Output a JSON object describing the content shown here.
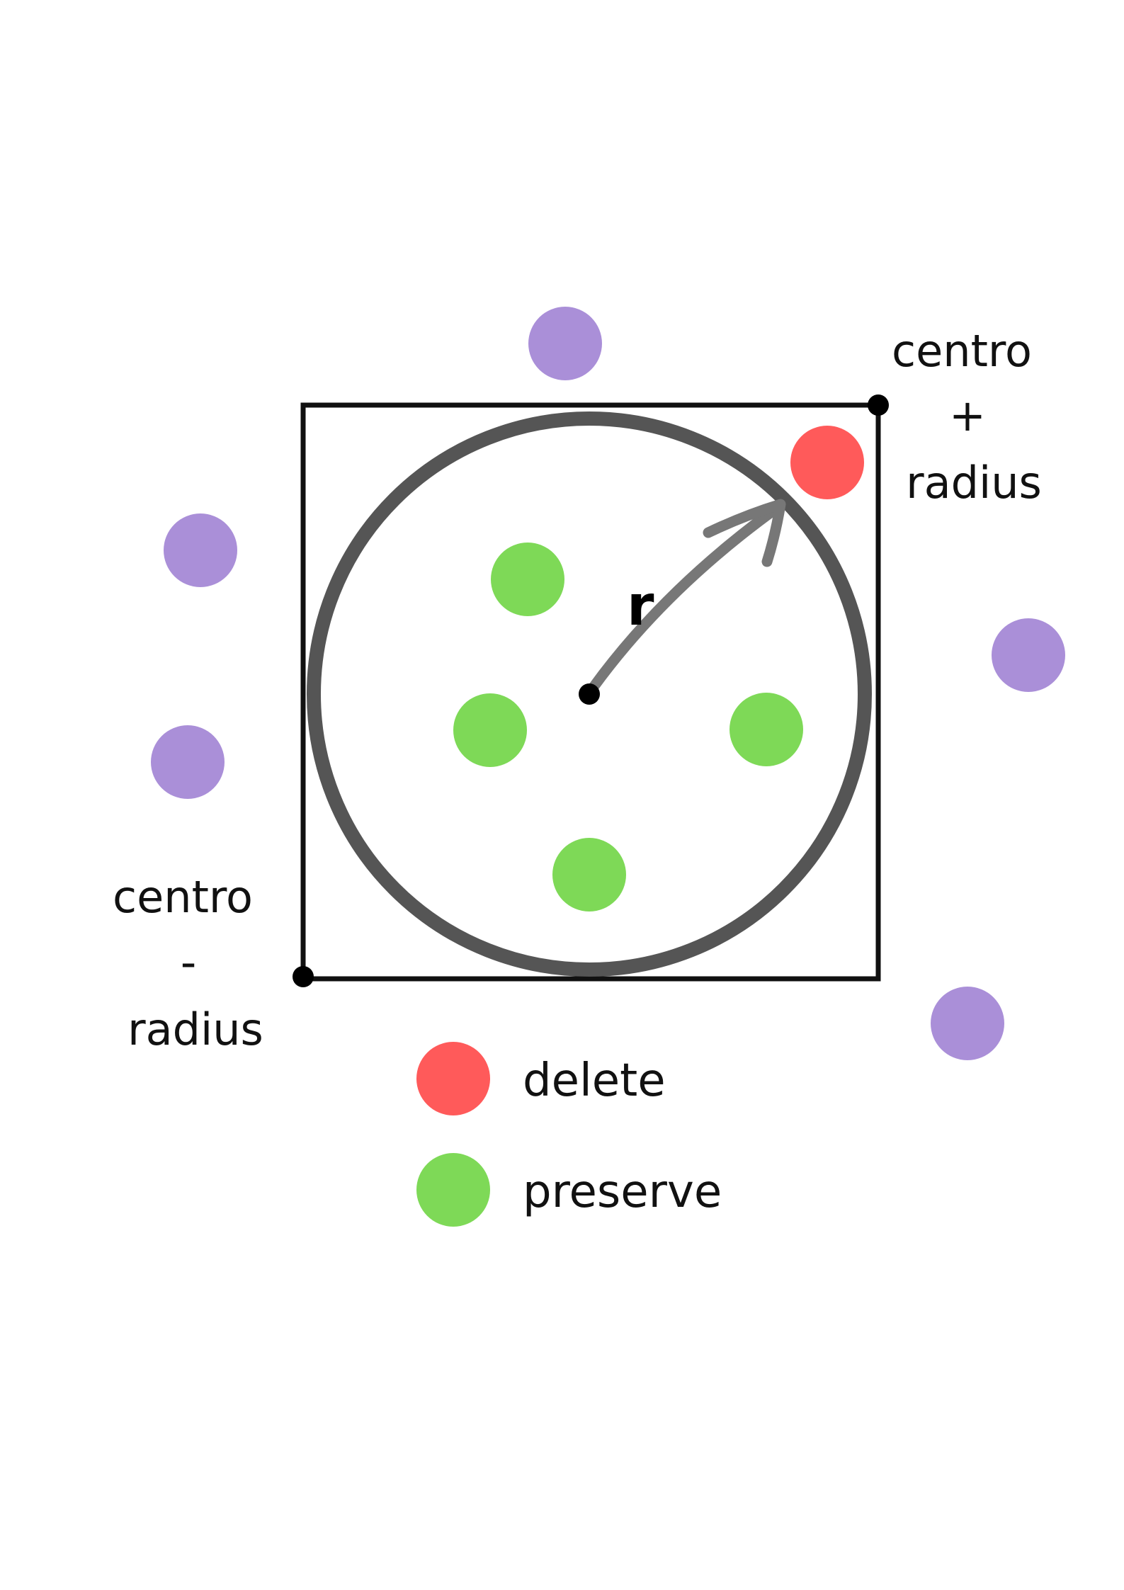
{
  "labels": {
    "top_right": [
      "centro",
      "+",
      "radius"
    ],
    "bottom_left": [
      "centro",
      "-",
      "radius"
    ],
    "radius_symbol": "r"
  },
  "legend": {
    "delete": "delete",
    "preserve": "preserve"
  },
  "colors": {
    "delete": "#ff5a5a",
    "preserve": "#7ed957",
    "outside": "#aa8fd8",
    "circle_stroke": "#555555",
    "box_stroke": "#111111",
    "arrow": "#777777"
  }
}
